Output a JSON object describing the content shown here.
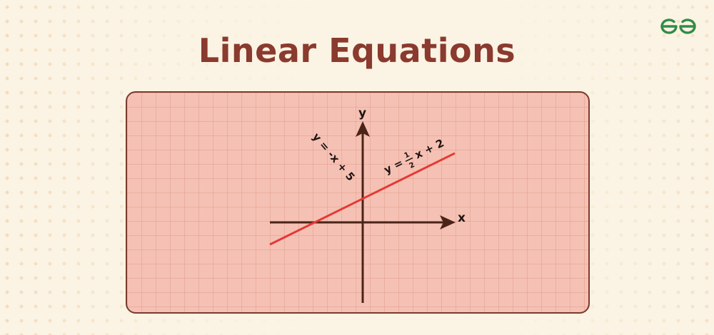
{
  "title": "Linear Equations",
  "logo": {
    "icon": "gfg-logo-icon",
    "color": "#2f8d46"
  },
  "colors": {
    "title": "#8a3a2e",
    "axis": "#4a2418",
    "line": "#e53935",
    "panel": "#f5c1b4",
    "background": "#fbf3e3"
  },
  "graph": {
    "x_axis_label": "x",
    "y_axis_label": "y",
    "equation_1": "y = -x + 5",
    "equation_2": {
      "prefix": "y =",
      "fraction_numerator": "1",
      "fraction_denominator": "2",
      "suffix": "x + 2"
    }
  }
}
